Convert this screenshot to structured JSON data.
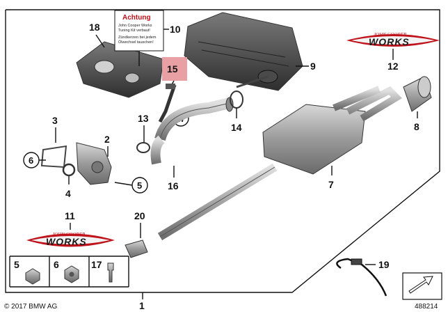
{
  "callouts": {
    "n1": "1",
    "n2": "2",
    "n3": "3",
    "n4": "4",
    "n5": "5",
    "n6": "6",
    "n7": "7",
    "n8": "8",
    "n9": "9",
    "n10": "10",
    "n11": "11",
    "n12": "12",
    "n13": "13",
    "n14": "14",
    "n15": "15",
    "n16": "16",
    "n17": "17",
    "n18": "18",
    "n19": "19",
    "n20": "20"
  },
  "warning_label": {
    "title": "Achtung",
    "line1": "John Cooper Works",
    "line2": "Tuning Kit verbaut!",
    "line3": "Zündkerzen bei jedem",
    "line4": "Ölwechsel tauschen!"
  },
  "logo": {
    "top_text": "JOHN COOPER",
    "main_text": "WORKS"
  },
  "legend": {
    "item_a": "5",
    "item_b": "6",
    "item_c": "17"
  },
  "footer": {
    "copyright": "© 2017 BMW AG",
    "diagram_id": "488214"
  },
  "colors": {
    "highlight_box": "#e8a0a4",
    "logo_red": "#c0121a",
    "part_gray": "#8a8a8a"
  }
}
